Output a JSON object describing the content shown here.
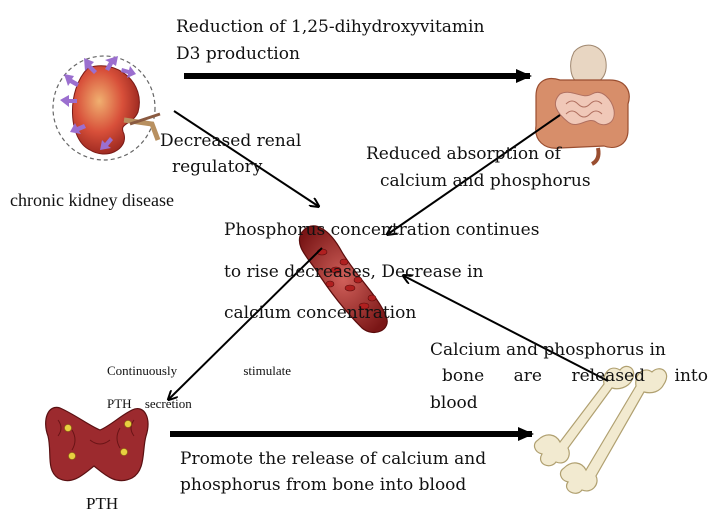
{
  "nodes": {
    "kidney_label": "chronic kidney disease",
    "pth_label": "PTH"
  },
  "edges": {
    "vitd_line1": "Reduction of 1,25-dihydroxyvitamin",
    "vitd_line2": "D3 production",
    "renal_line1": "Decreased renal",
    "renal_line2": "regulatory",
    "absorb_line1": "Reduced absorption of",
    "absorb_line2": "calcium and phosphorus",
    "blood_line1": "Phosphorus concentration continues",
    "blood_line2": "to rise decreases, Decrease in",
    "blood_line3": "calcium concentration",
    "stim_word1": "Continuously",
    "stim_word2": "stimulate",
    "stim_word3": "PTH",
    "stim_word4": "secretion",
    "bone_line1": "Calcium and phosphorus in",
    "bone_w1": "bone",
    "bone_w2": "are",
    "bone_w3": "released",
    "bone_w4": "into",
    "bone_line3": "blood",
    "promote_line1": "Promote the release of calcium and",
    "promote_line2": "phosphorus from bone into blood"
  }
}
